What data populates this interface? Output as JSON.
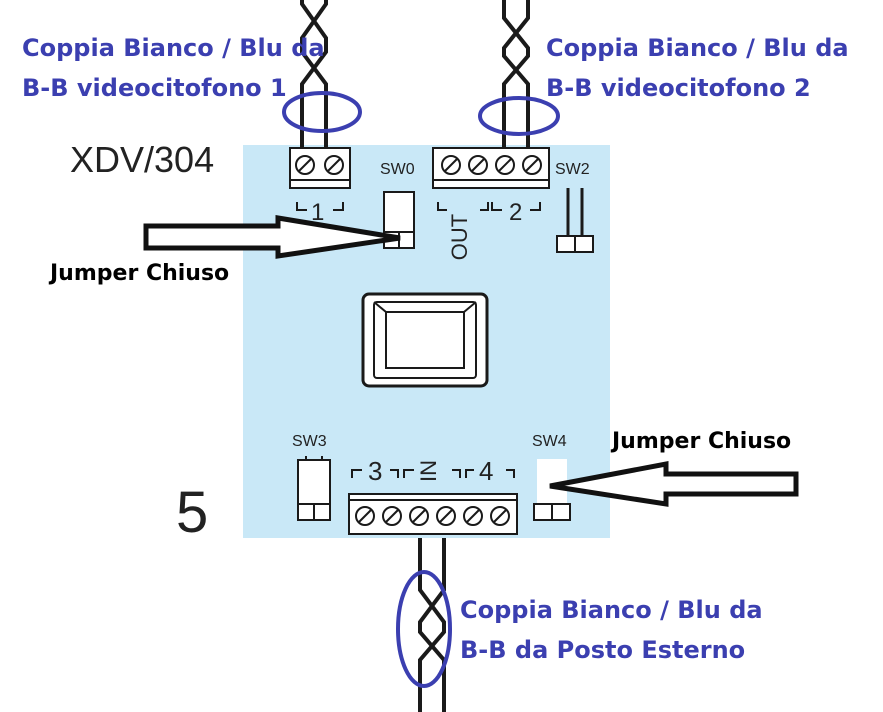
{
  "labels": {
    "pair_top_left": [
      "Coppia Bianco / Blu da",
      "B-B videocitofono 1"
    ],
    "pair_top_right": [
      "Coppia Bianco / Blu da",
      "B-B videocitofono 2"
    ],
    "pair_bottom": [
      "Coppia Bianco / Blu da",
      "B-B da Posto Esterno"
    ],
    "jumper_left": "Jumper Chiuso",
    "jumper_right": "Jumper Chiuso"
  },
  "device": {
    "model": "XDV/304",
    "figure_number": "5",
    "switches": [
      "SW0",
      "SW2",
      "SW3",
      "SW4"
    ],
    "terminal_labels": {
      "t1": "1",
      "t2": "2",
      "t3": "3",
      "t4": "4",
      "out": "OUT",
      "in": "IN"
    }
  },
  "colors": {
    "board": "#c9e8f7",
    "annotation_blue": "#3b3fb0",
    "circle_blue": "#3b3fb0",
    "line_black": "#1a1a1a"
  }
}
